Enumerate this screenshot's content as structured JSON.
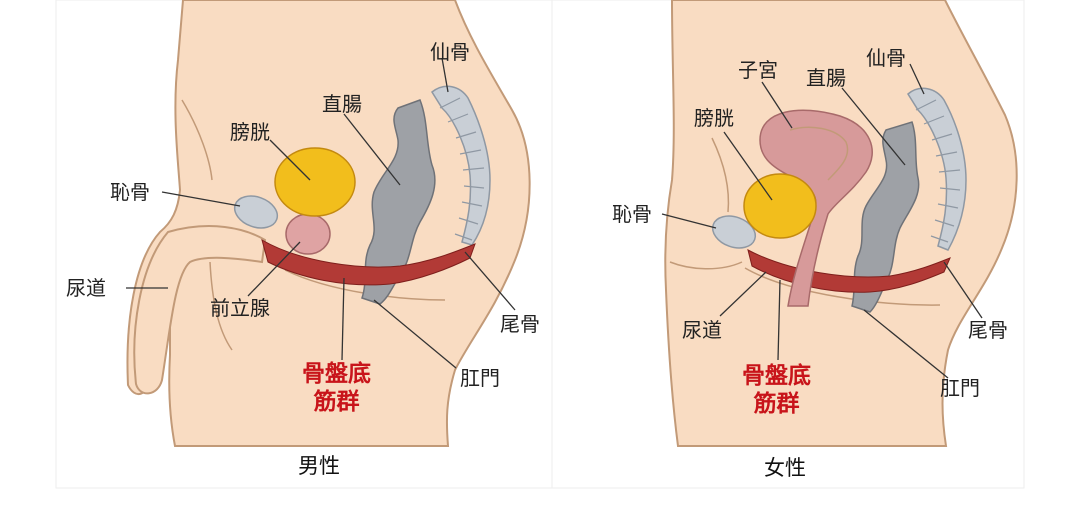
{
  "colors": {
    "skin": "#f9dcc2",
    "outline": "#c29a78",
    "bladder": "#f2be1c",
    "bone": "#c9cfd6",
    "muscle": "#b23a36",
    "rectum": "#9ea1a6",
    "prostate": "#dfa3a3",
    "uterus": "#d79a9a",
    "accent_text": "#c8141a"
  },
  "male": {
    "caption": "男性",
    "labels": {
      "sacrum": "仙骨",
      "rectum": "直腸",
      "bladder": "膀胱",
      "pubis": "恥骨",
      "urethra": "尿道",
      "prostate": "前立腺",
      "coccyx": "尾骨",
      "anus": "肛門",
      "pelvic_floor_line1": "骨盤底",
      "pelvic_floor_line2": "筋群"
    }
  },
  "female": {
    "caption": "女性",
    "labels": {
      "uterus": "子宮",
      "rectum": "直腸",
      "sacrum": "仙骨",
      "bladder": "膀胱",
      "pubis": "恥骨",
      "urethra": "尿道",
      "coccyx": "尾骨",
      "anus": "肛門",
      "pelvic_floor_line1": "骨盤底",
      "pelvic_floor_line2": "筋群"
    }
  }
}
